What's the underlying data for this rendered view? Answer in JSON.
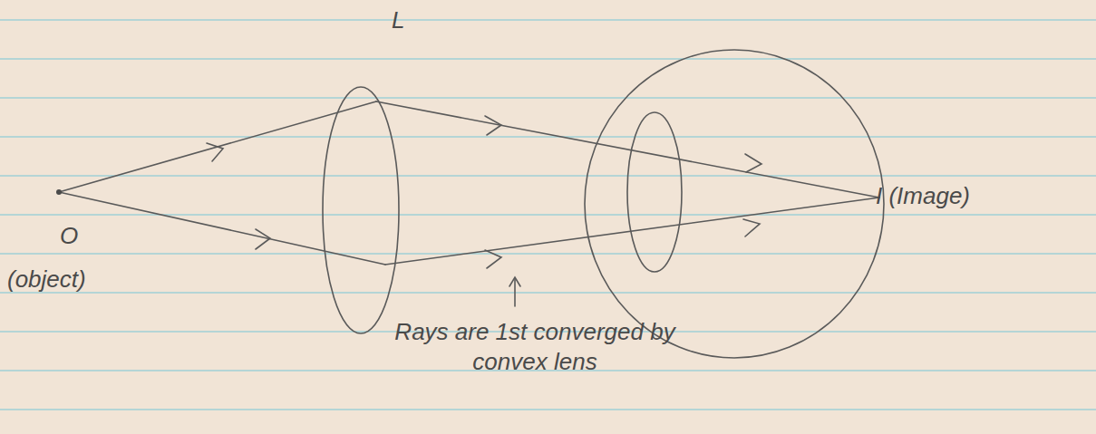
{
  "diagram": {
    "labels": [
      "L",
      "O",
      "(object)",
      "I (Image)",
      "Rays are 1st converged by convex lens"
    ]
  }
}
